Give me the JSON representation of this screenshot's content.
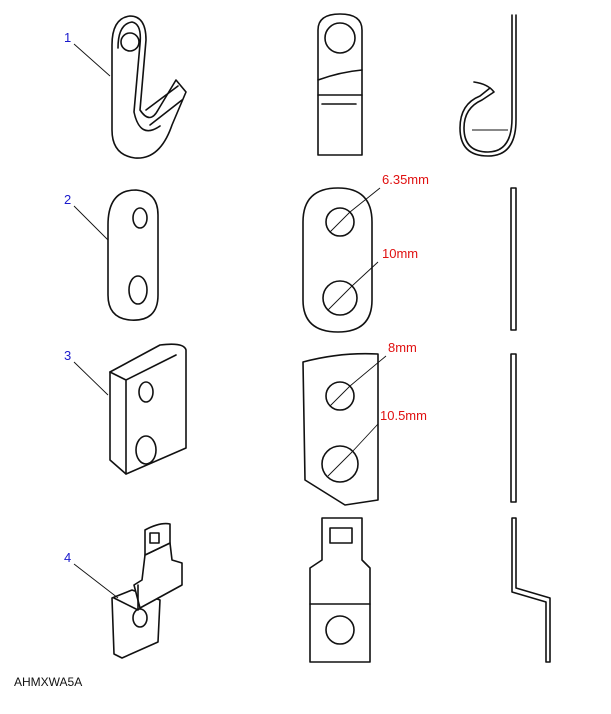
{
  "labels": {
    "part1": "1",
    "part2": "2",
    "part3": "3",
    "part4": "4"
  },
  "dimensions": {
    "part2_small_hole": "6.35mm",
    "part2_large_hole": "10mm",
    "part3_small_hole": "8mm",
    "part3_large_hole": "10.5mm"
  },
  "figure_code": "AHMXWA5A",
  "colors": {
    "label": "#1a1acc",
    "dimension": "#e01010"
  }
}
